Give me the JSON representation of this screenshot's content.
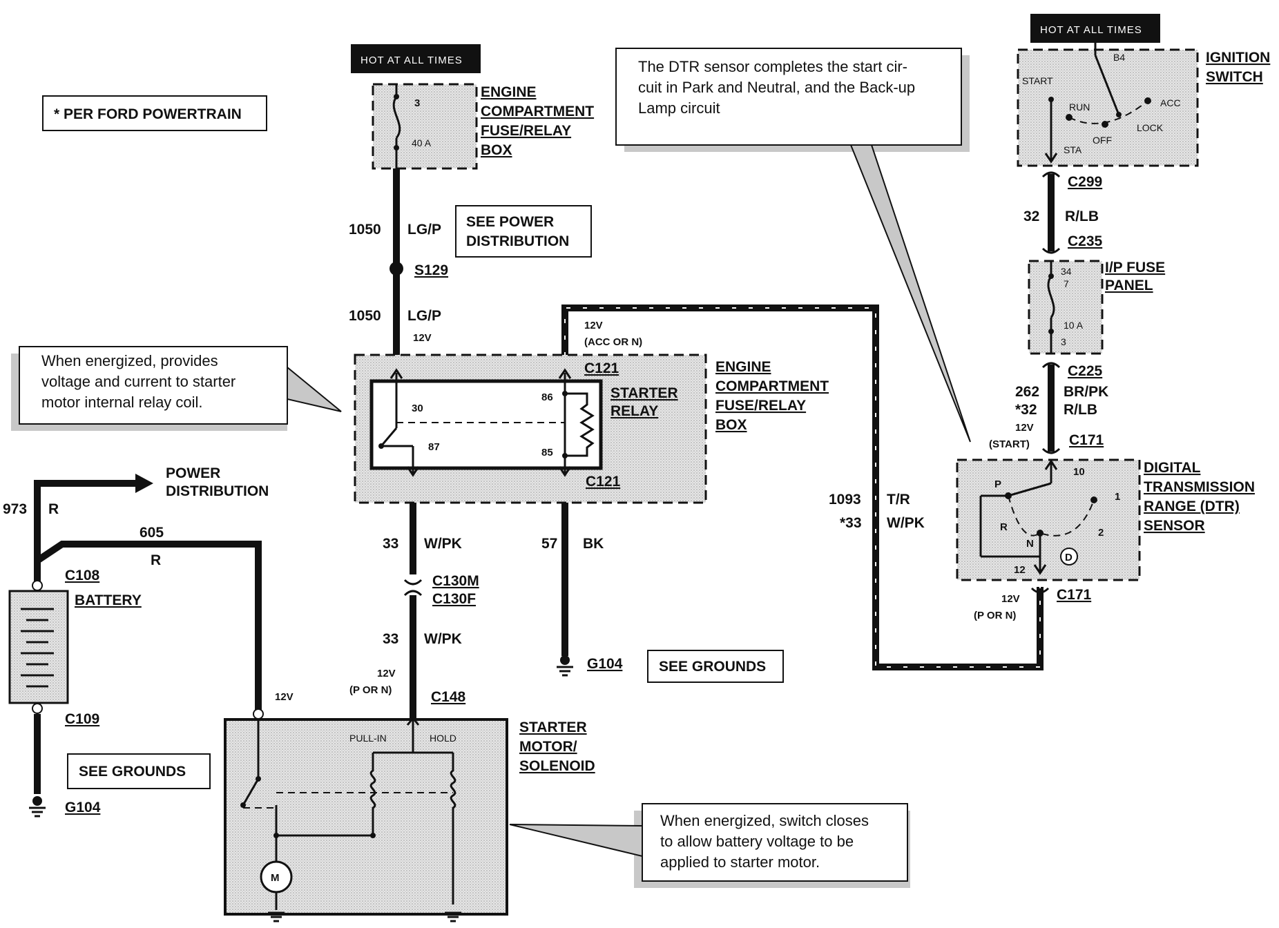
{
  "labels": {
    "per_ford": "* PER FORD POWERTRAIN",
    "hot_at_all_times": "HOT AT ALL TIMES",
    "see_power_distribution_1": "SEE POWER",
    "see_power_distribution_2": "DISTRIBUTION",
    "see_grounds": "SEE GROUNDS",
    "power_distribution_1": "POWER",
    "power_distribution_2": "DISTRIBUTION",
    "ecfrb_1": "ENGINE",
    "ecfrb_2": "COMPARTMENT",
    "ecfrb_3": "FUSE/RELAY",
    "ecfrb_4": "BOX",
    "starter_relay_1": "STARTER",
    "starter_relay_2": "RELAY",
    "ignition_switch_1": "IGNITION",
    "ignition_switch_2": "SWITCH",
    "ip_fuse_1": "I/P FUSE",
    "ip_fuse_2": "PANEL",
    "dtr_1": "DIGITAL",
    "dtr_2": "TRANSMISSION",
    "dtr_3": "RANGE (DTR)",
    "dtr_4": "SENSOR",
    "battery": "BATTERY",
    "starter_motor_1": "STARTER",
    "starter_motor_2": "MOTOR/",
    "starter_motor_3": "SOLENOID",
    "pull_in": "PULL-IN",
    "hold": "HOLD",
    "motor_symbol": "M"
  },
  "notes": {
    "dtr_note": [
      "The DTR sensor completes the start cir-",
      "cuit in Park and Neutral, and the Back-up",
      "Lamp circuit"
    ],
    "relay_note": [
      "When energized, provides",
      "voltage and current to starter",
      "motor internal relay coil."
    ],
    "solenoid_note": [
      "When energized, switch closes",
      "to allow battery voltage to be",
      "applied to starter motor."
    ]
  },
  "connectors": {
    "s129": "S129",
    "c121_top": "C121",
    "c121_bottom": "C121",
    "c130m": "C130M",
    "c130f": "C130F",
    "c148": "C148",
    "c108": "C108",
    "c109": "C109",
    "g104_a": "G104",
    "g104_b": "G104",
    "c299": "C299",
    "c235": "C235",
    "c225": "C225",
    "c171_top": "C171",
    "c171_bottom": "C171"
  },
  "circuits": {
    "c1050_a": "1050",
    "c1050_b": "1050",
    "lgp_a": "LG/P",
    "lgp_b": "LG/P",
    "c33_a": "33",
    "c33_b": "33",
    "wpk_a": "W/PK",
    "wpk_b": "W/PK",
    "c57": "57",
    "bk": "BK",
    "c973": "973",
    "r_973": "R",
    "c605": "605",
    "r_605": "R",
    "c32": "32",
    "rlb_32": "R/LB",
    "c262": "262",
    "brpk": "BR/PK",
    "c32b": "*32",
    "rlb_b": "R/LB",
    "c1093": "1093",
    "tr": "T/R",
    "c33c": "*33",
    "wpk_c": "W/PK"
  },
  "voltages": {
    "v12_relay": "12V",
    "v12_acc": "12V",
    "acc_or_n": "(ACC OR N)",
    "v12_c148": "12V",
    "p_or_n_c148": "(P OR N)",
    "v12_batt": "12V",
    "v12_start": "12V",
    "start": "(START)",
    "v12_c171": "12V",
    "p_or_n_c171": "(P OR N)"
  },
  "pins": {
    "fuse_top": "3",
    "fuse_rating": "40 A",
    "relay_30": "30",
    "relay_86": "86",
    "relay_87": "87",
    "relay_85": "85",
    "ip_34": "34",
    "ip_7": "7",
    "ip_10a": "10 A",
    "ip_3": "3",
    "ign_start": "START",
    "ign_b4": "B4",
    "ign_run": "RUN",
    "ign_acc": "ACC",
    "ign_lock": "LOCK",
    "ign_off": "OFF",
    "ign_sta": "STA",
    "dtr_10": "10",
    "dtr_p": "P",
    "dtr_1": "1",
    "dtr_r": "R",
    "dtr_n": "N",
    "dtr_2": "2",
    "dtr_d": "D",
    "dtr_12": "12"
  }
}
